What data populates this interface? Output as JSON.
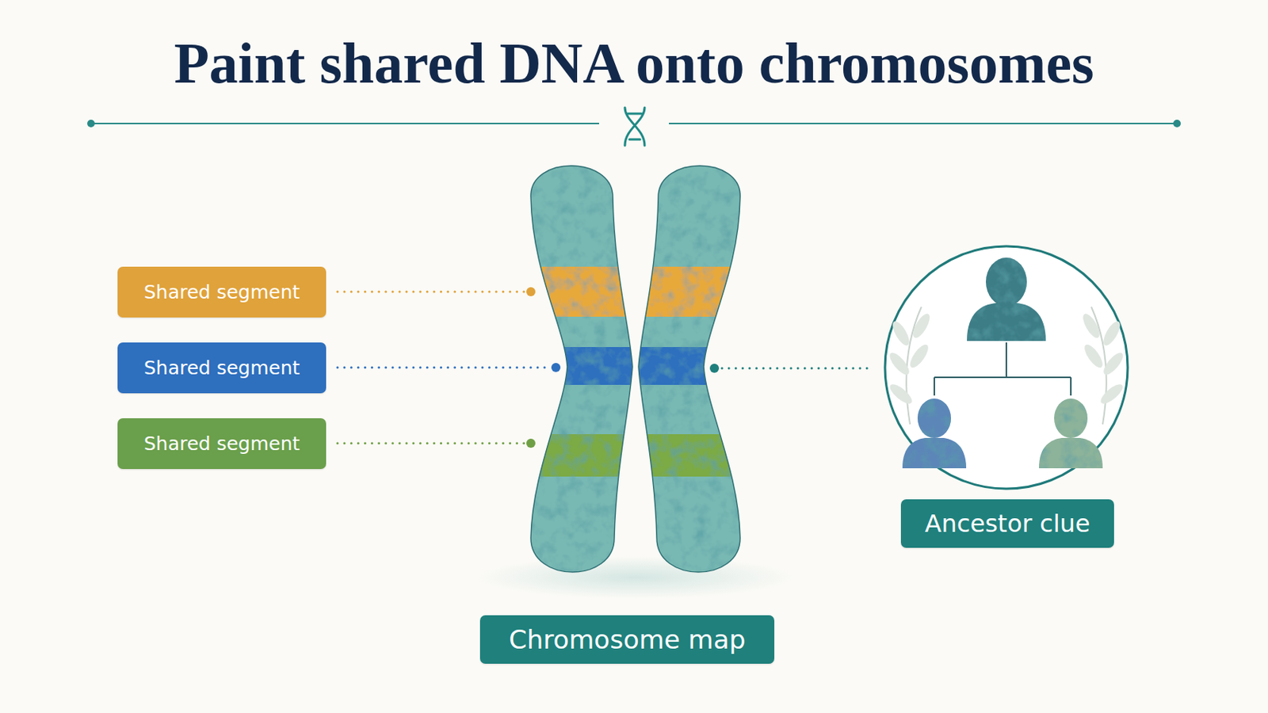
{
  "diagram": {
    "title": "Paint shared DNA onto chromosomes",
    "nodes": [
      {
        "text": [
          "Shared segment"
        ]
      },
      {
        "text": [
          "Shared segment"
        ]
      },
      {
        "text": [
          "Shared segment"
        ]
      },
      {
        "text": [
          "Chromosome map"
        ]
      },
      {
        "text": [
          "Ancestor clue"
        ]
      }
    ]
  }
}
